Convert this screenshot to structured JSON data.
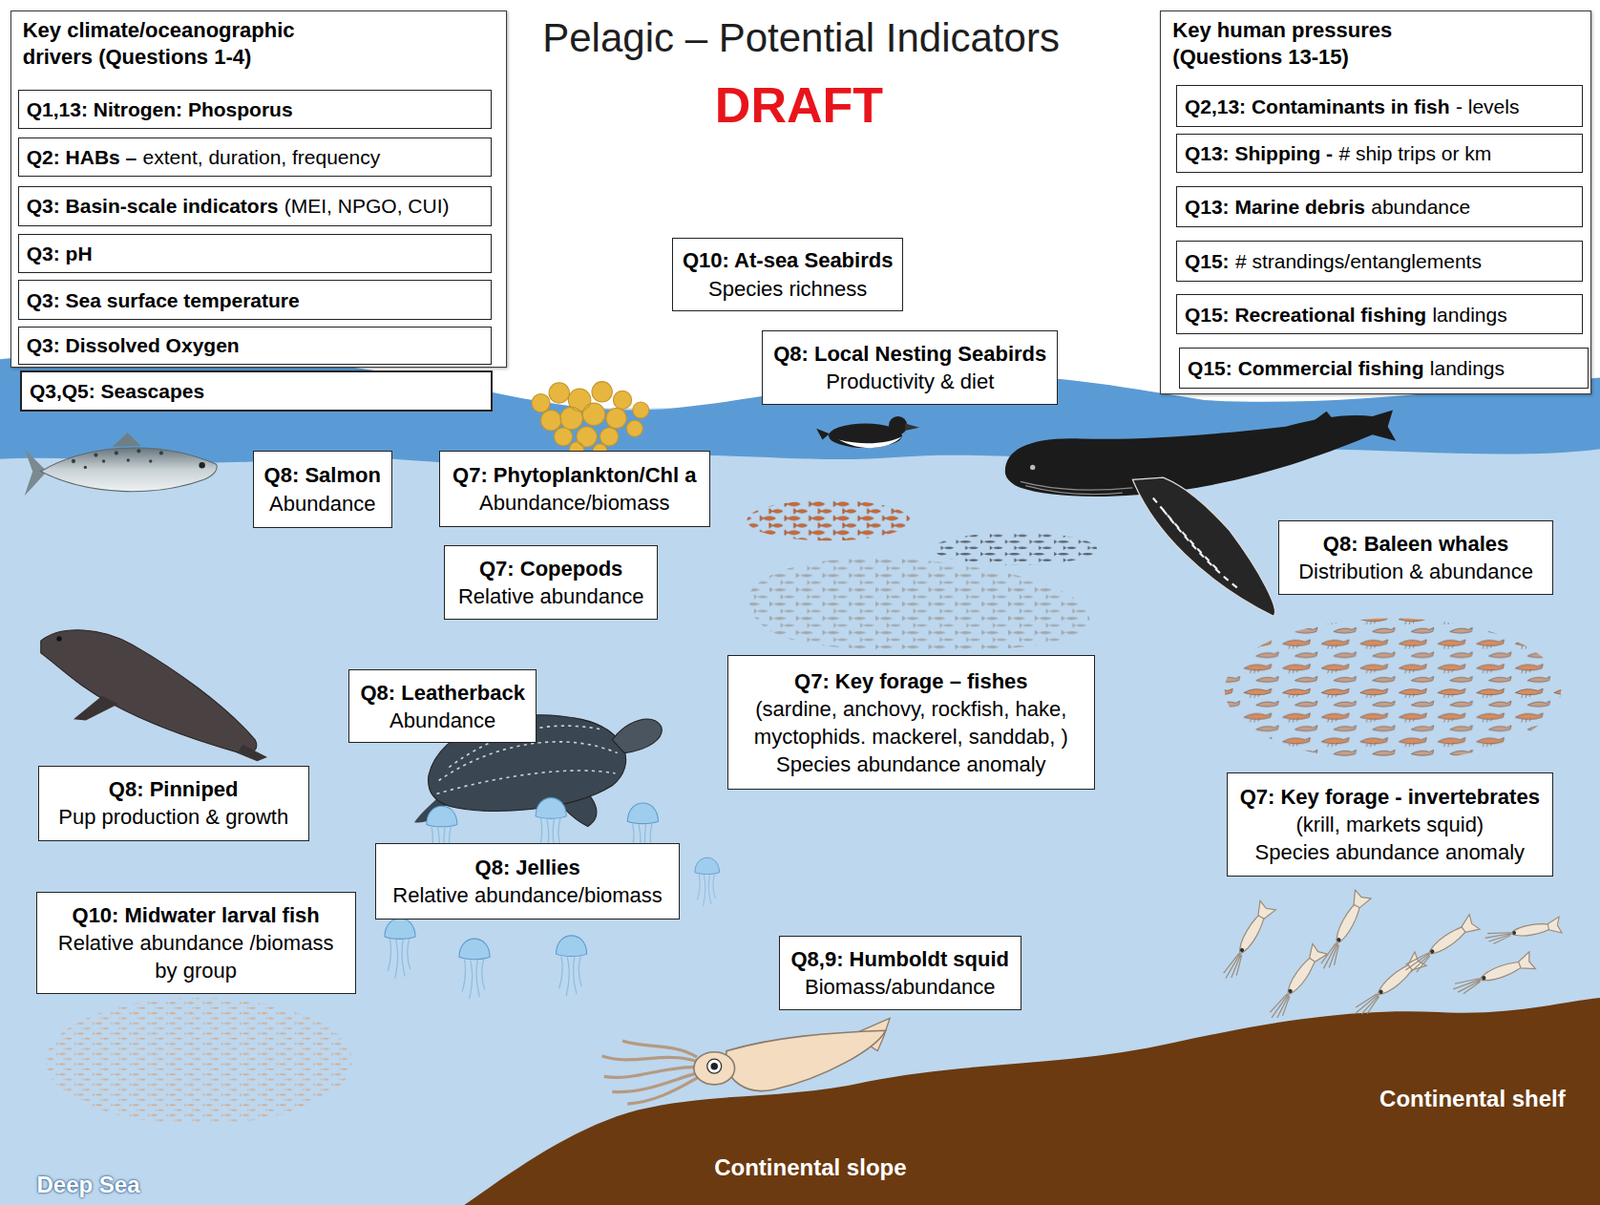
{
  "diagram": {
    "title": "Pelagic – Potential Indicators",
    "nodes": [
      {
        "text": [
          "Key climate/oceanographic drivers (Questions 1-4)"
        ]
      },
      {
        "text": [
          "Q1,13: Nitrogen: Phosporus"
        ],
        "in": 0
      },
      {
        "text": [
          "Q2: HABs –",
          "extent, duration, frequency"
        ],
        "in": 0
      },
      {
        "text": [
          "Q3: Basin-scale indicators",
          "(MEI, NPGO, CUI)"
        ],
        "in": 0
      },
      {
        "text": [
          "Q3: pH"
        ],
        "in": 0
      },
      {
        "text": [
          "Q3: Sea surface temperature"
        ],
        "in": 0
      },
      {
        "text": [
          "Q3: Dissolved Oxygen"
        ],
        "in": 0
      },
      {
        "text": [
          "Q3,Q5: Seascapes"
        ],
        "in": 0
      },
      {
        "text": [
          "Key human pressures (Questions 13-15)"
        ]
      },
      {
        "text": [
          "Q2,13: Contaminants in fish",
          "- levels"
        ],
        "in": 8
      },
      {
        "text": [
          "Q13: Shipping -",
          "# ship trips or km"
        ],
        "in": 8
      },
      {
        "text": [
          "Q13: Marine debris",
          "abundance"
        ],
        "in": 8
      },
      {
        "text": [
          "Q15:",
          "# strandings/entanglements"
        ],
        "in": 8
      },
      {
        "text": [
          "Q15: Recreational fishing",
          "landings"
        ],
        "in": 8
      },
      {
        "text": [
          "Q15: Commercial fishing",
          "landings"
        ],
        "in": 8
      },
      {
        "text": [
          "Q10: At-sea Seabirds",
          "Species richness"
        ]
      },
      {
        "text": [
          "Q8: Local Nesting Seabirds",
          "Productivity & diet"
        ]
      },
      {
        "text": [
          "Q8: Salmon",
          "Abundance"
        ]
      },
      {
        "text": [
          "Q7: Phytoplankton/Chl a",
          "Abundance/biomass"
        ]
      },
      {
        "text": [
          "Q7: Copepods",
          "Relative abundance"
        ]
      },
      {
        "text": [
          "Q8: Baleen whales",
          "Distribution & abundance"
        ]
      },
      {
        "text": [
          "Q7: Key forage – fishes",
          "(sardine, anchovy, rockfish, hake, myctophids. mackerel, sanddab, )",
          "Species abundance anomaly"
        ]
      },
      {
        "text": [
          "Q8: Leatherback",
          "Abundance"
        ]
      },
      {
        "text": [
          "Q8: Pinniped",
          "Pup production & growth"
        ]
      },
      {
        "text": [
          "Q7: Key forage - invertebrates",
          "(krill, markets squid)",
          "Species abundance anomaly"
        ]
      },
      {
        "text": [
          "Q8: Jellies",
          "Relative abundance/biomass"
        ]
      },
      {
        "text": [
          "Q10: Midwater larval fish",
          "Relative abundance /biomass by group"
        ]
      },
      {
        "text": [
          "Q8,9: Humboldt squid",
          "Biomass/abundance"
        ]
      }
    ],
    "labels": [
      "DRAFT",
      "Continental shelf",
      "Continental slope",
      "Deep Sea"
    ]
  }
}
